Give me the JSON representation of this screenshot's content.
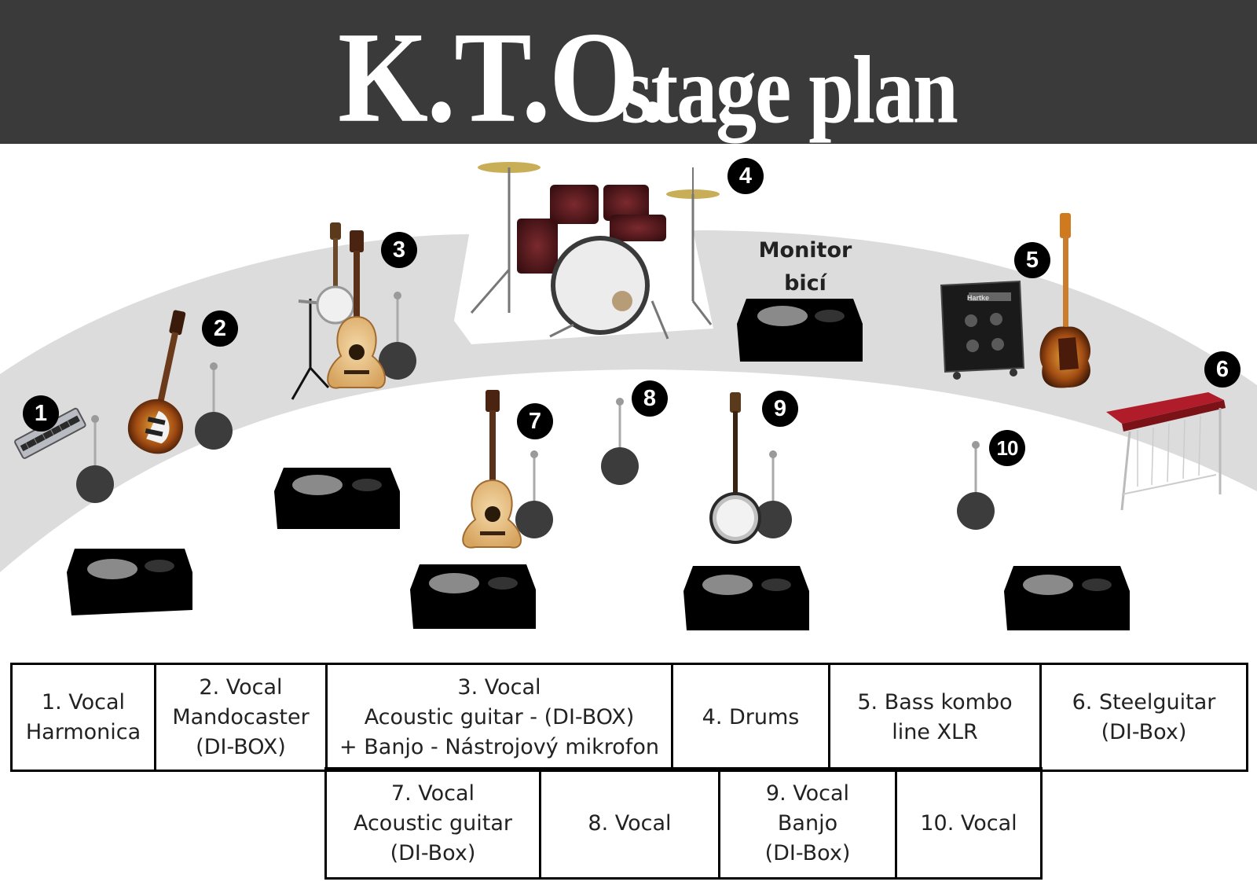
{
  "title": {
    "main": "K.T.O.",
    "sub": "stage plan"
  },
  "monitor_label": [
    "Monitor",
    "bicí"
  ],
  "badges": [
    "1",
    "2",
    "3",
    "4",
    "5",
    "6",
    "7",
    "8",
    "9",
    "10"
  ],
  "cabinet_logo": "Hartke",
  "channels_row1": [
    "1. Vocal\nHarmonica",
    "2. Vocal\nMandocaster\n(DI-BOX)",
    "3. Vocal\nAcoustic guitar - (DI-BOX)\n+ Banjo - Nástrojový mikrofon",
    "4. Drums",
    "5. Bass kombo\nline XLR",
    "6. Steelguitar\n(DI-Box)"
  ],
  "channels_row2": [
    "7. Vocal\nAcoustic guitar\n(DI-Box)",
    "8. Vocal",
    "9. Vocal\nBanjo\n(DI-Box)",
    "10. Vocal"
  ],
  "colors": {
    "header": "#3a3a3a",
    "stage_arc": "#dcdcdc",
    "monitor": "#000000",
    "mic_base": "#3c3c3c",
    "steel_frame": "#b01c2a"
  }
}
